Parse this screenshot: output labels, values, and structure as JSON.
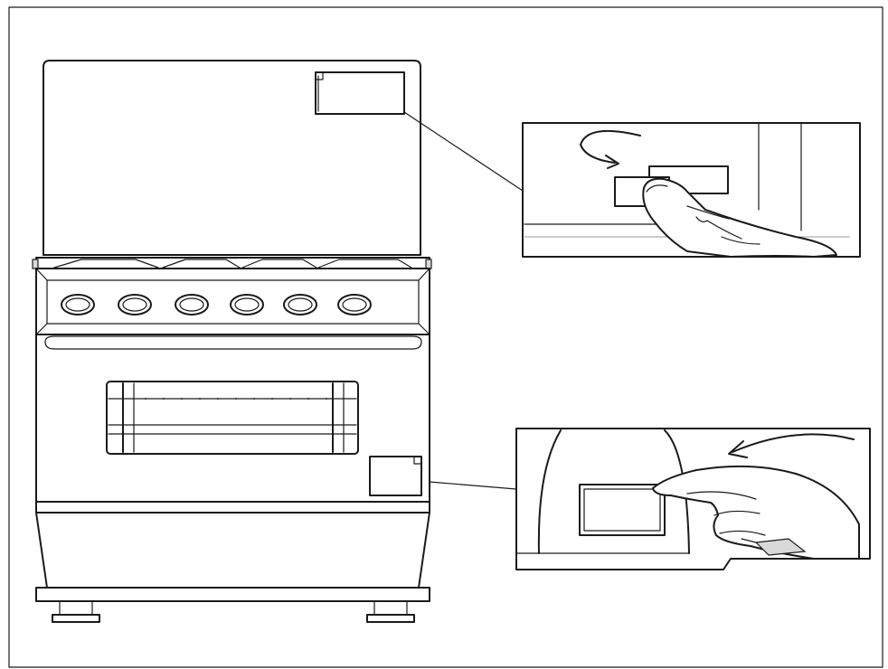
{
  "figure": {
    "description_visible_text": "",
    "colors": {
      "line": "#1a1a1a",
      "background": "#ffffff",
      "shade": "#d9d9d9"
    },
    "parts": [
      {
        "id": "cooker",
        "icon": "cooker-icon"
      },
      {
        "id": "lid",
        "icon": "lid-icon"
      },
      {
        "id": "knobs",
        "count": 6,
        "icon": "knob-icon"
      },
      {
        "id": "oven-door-window",
        "icon": "window-icon"
      },
      {
        "id": "label-top",
        "icon": "sticker-icon"
      },
      {
        "id": "label-bottom",
        "icon": "sticker-icon"
      },
      {
        "id": "detail-peel-top",
        "icon": "hand-peel-icon"
      },
      {
        "id": "detail-peel-bottom",
        "icon": "hand-peel-icon"
      }
    ]
  }
}
